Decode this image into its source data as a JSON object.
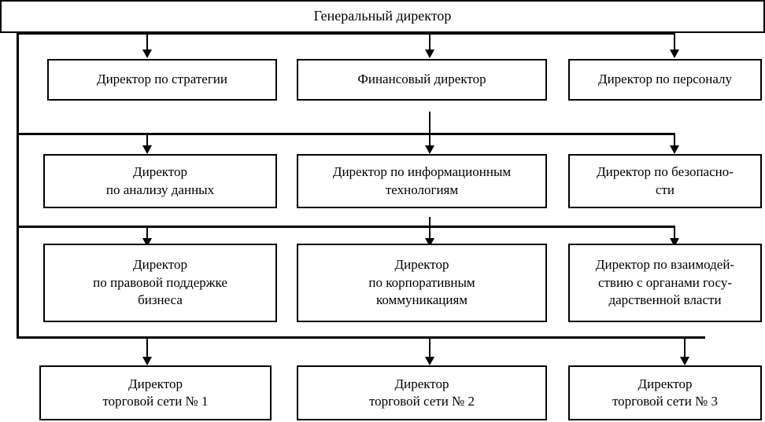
{
  "diagram": {
    "title": "Генеральный директор",
    "type": "organizational-chart",
    "colors": {
      "line": "#000000",
      "box_border": "#000000",
      "box_fill": "#ffffff",
      "background": "#ffffff",
      "text": "#000000"
    },
    "root": {
      "label": "Генеральный директор"
    },
    "levels": [
      {
        "index": 1,
        "nodes": [
          {
            "lines": [
              "Директор по стратегии"
            ]
          },
          {
            "lines": [
              "Финансовый директор"
            ]
          },
          {
            "lines": [
              "Директор по персоналу"
            ]
          }
        ]
      },
      {
        "index": 2,
        "nodes": [
          {
            "lines": [
              "Директор",
              "по анализу данных"
            ]
          },
          {
            "lines": [
              "Директор по информационным",
              "технологиям"
            ]
          },
          {
            "lines": [
              "Директор по безопасно-",
              "сти"
            ]
          }
        ]
      },
      {
        "index": 3,
        "nodes": [
          {
            "lines": [
              "Директор",
              "по правовой поддержке",
              "бизнеса"
            ]
          },
          {
            "lines": [
              "Директор",
              "по корпоративным",
              "коммуникациям"
            ]
          },
          {
            "lines": [
              "Директор по взаимодей-",
              "ствию с органами госу-",
              "дарственной власти"
            ]
          }
        ]
      },
      {
        "index": 4,
        "nodes": [
          {
            "lines": [
              "Директор",
              "торговой сети № 1"
            ]
          },
          {
            "lines": [
              "Директор",
              "торговой сети № 2"
            ]
          },
          {
            "lines": [
              "Директор",
              "торговой сети № 3"
            ]
          }
        ]
      }
    ]
  }
}
